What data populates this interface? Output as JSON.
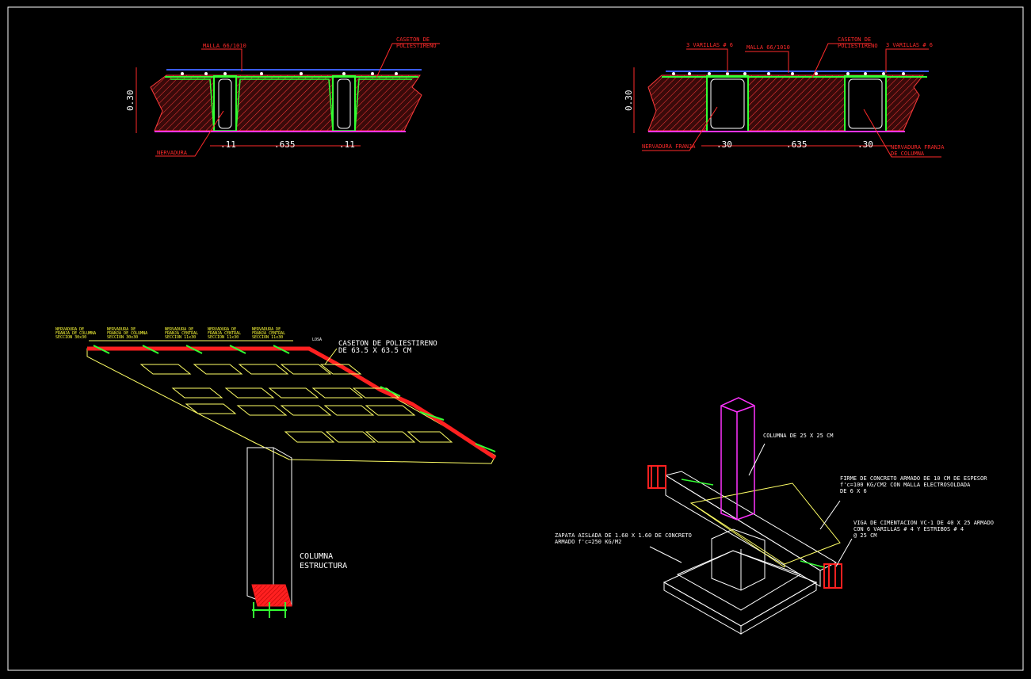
{
  "colors": {
    "background": "#000000",
    "frame": "#ffffff",
    "concrete_hatch": "#ff3b3b",
    "rebar": "#33ff33",
    "mesh_blue": "#3a5cff",
    "magenta": "#ff33ff",
    "label_red": "#ff2a2a",
    "label_yellow": "#ffff3a",
    "outline_white": "#ffffff",
    "outline_yellow": "#ffff66"
  },
  "section_a": {
    "label_malla": "MALLA 66/1010",
    "label_caseton": "CASETON DE",
    "label_caseton2": "POLIESTIRENO",
    "label_nervadura": "NERVADURA",
    "height_dim": "0.30",
    "dim_left": ".11",
    "dim_mid": ".635",
    "dim_right": ".11"
  },
  "section_b": {
    "label_varillas_left": "3 VARILLAS # 6",
    "label_malla": "MALLA 66/1010",
    "label_caseton": "CASETON DE",
    "label_caseton2": "POLIESTIRENO",
    "label_varillas_right": "3 VARILLAS # 6",
    "label_nervadura_franja": "NERVADURA FRANJA",
    "label_nervadura_columna": "NERVADURA FRANJA",
    "label_nervadura_columna2": "DE COLUMNA",
    "height_dim": "0.30",
    "dim_left": ".30",
    "dim_mid": ".635",
    "dim_right": ".30"
  },
  "iso_slab": {
    "top_labels": [
      {
        "l1": "NERVADURA DE",
        "l2": "FRANJA DE COLUMNA",
        "l3": "SECCION 30x30"
      },
      {
        "l1": "NERVADURA DE",
        "l2": "FRANJA DE COLUMNA",
        "l3": "SECCION 30x30"
      },
      {
        "l1": "NERVADURA DE",
        "l2": "FRANJA CENTRAL",
        "l3": "SECCION 11x30"
      },
      {
        "l1": "NERVADURA DE",
        "l2": "FRANJA CENTRAL",
        "l3": "SECCION 11x30"
      },
      {
        "l1": "NERVADURA DE",
        "l2": "FRANJA CENTRAL",
        "l3": "SECCION 11x30"
      }
    ],
    "losa": "LOSA",
    "caseton_l1": "CASETON DE POLIESTIRENO",
    "caseton_l2": "DE 63.5 X 63.5 CM",
    "columna_l1": "COLUMNA",
    "columna_l2": "ESTRUCTURA"
  },
  "iso_footing": {
    "columna": "COLUMNA DE 25 X 25 CM",
    "firme_l1": "FIRME DE CONCRETO ARMADO DE 10 CM DE ESPESOR",
    "firme_l2": "f'c=100 KG/CM2 CON MALLA ELECTROSOLDADA",
    "firme_l3": "DE 6 X 6",
    "viga_l1": "VIGA DE CIMENTACION VC-1 DE 40 X 25 ARMADO",
    "viga_l2": "CON 6 VARILLAS # 4 Y ESTRIBOS # 4",
    "viga_l3": "@ 25 CM",
    "zapata_l1": "ZAPATA AISLADA DE 1.60 X 1.60 DE CONCRETO",
    "zapata_l2": "ARMADO f'c=250 KG/M2"
  }
}
